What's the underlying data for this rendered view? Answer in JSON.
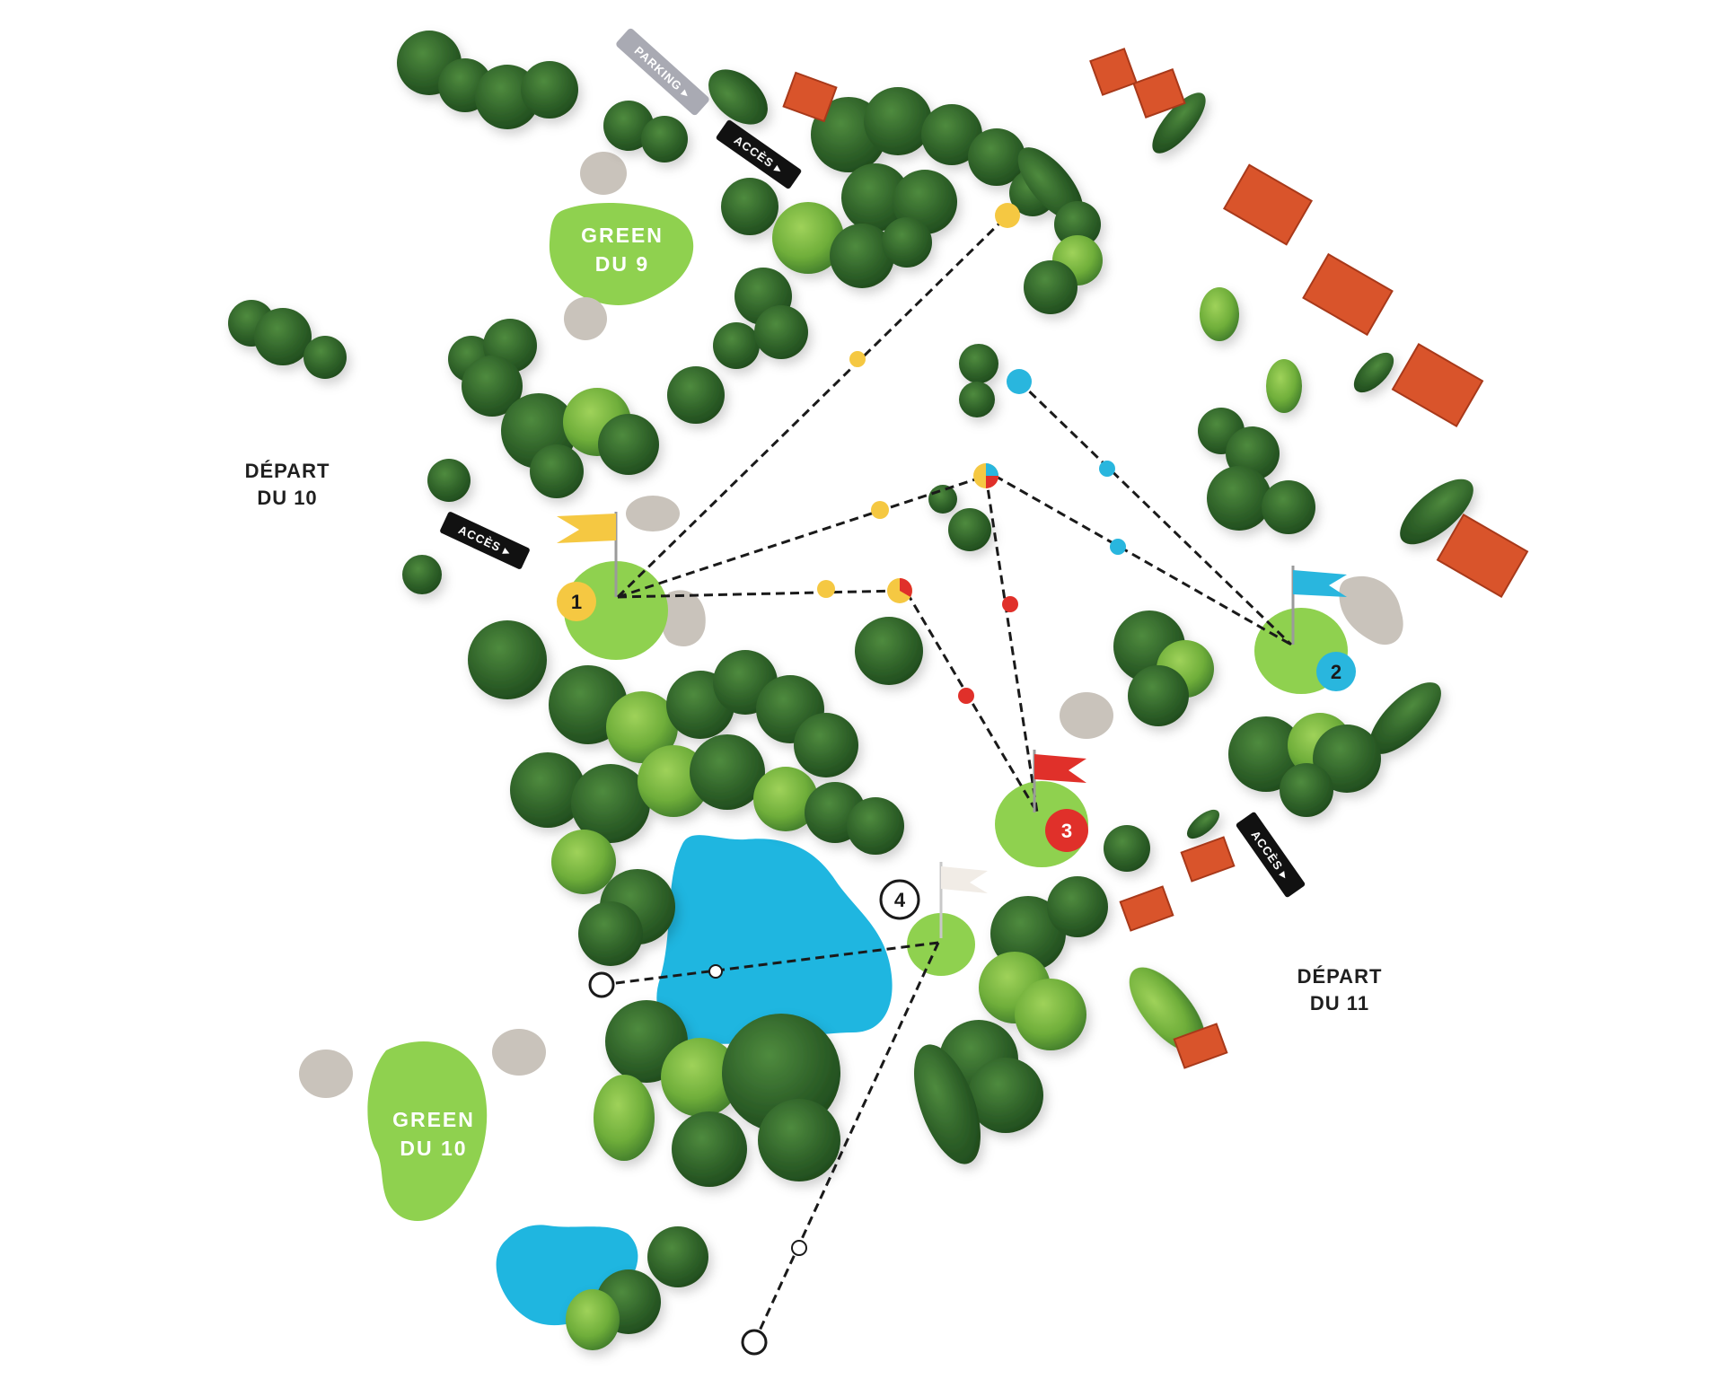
{
  "labels": {
    "depart_10": [
      "DÉPART",
      "DU 10"
    ],
    "depart_11": [
      "DÉPART",
      "DU 11"
    ],
    "green_9": [
      "GREEN",
      "DU 9"
    ],
    "green_10": [
      "GREEN",
      "DU 10"
    ]
  },
  "holes": [
    {
      "number": "1",
      "color": "#f5c842"
    },
    {
      "number": "2",
      "color": "#29b6de"
    },
    {
      "number": "3",
      "color": "#e0302a"
    },
    {
      "number": "4",
      "color": "#ffffff"
    }
  ],
  "signs": {
    "acces_1": "ACCÈS ▸",
    "acces_2": "ACCÈS ▸",
    "acces_3": "ACCÈS ▸",
    "grey_sign": "PARKING ▸"
  },
  "colors": {
    "fairway_green": "#8fd14f",
    "water": "#1fb6e0",
    "bunker": "#c9c3bb",
    "tree_dark": "#2f5e2a",
    "roof": "#d9542b"
  }
}
